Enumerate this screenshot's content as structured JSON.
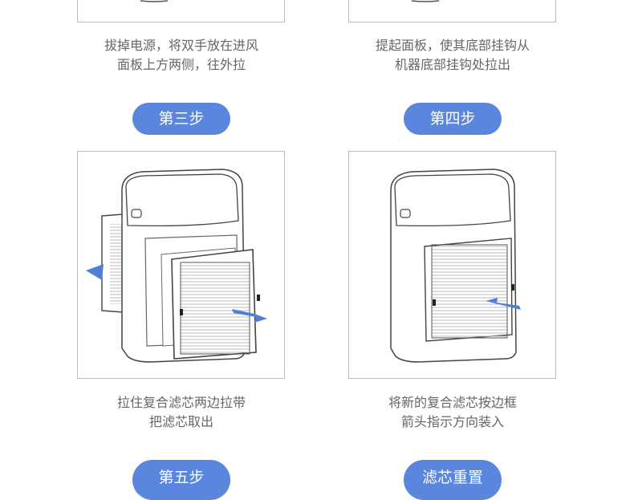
{
  "colors": {
    "accent": "#5a86dd",
    "arrow": "#4f7fd8",
    "frame": "#bdbdbd",
    "text": "#666666"
  },
  "step2": {
    "caption": [
      "拔掉电源，将双手放在进风",
      "面板上方两侧，往外拉"
    ]
  },
  "step3": {
    "badge": "第三步",
    "caption": [
      "提起面板，使其底部挂钩从",
      "机器底部挂钩处拉出"
    ]
  },
  "step4": {
    "badge": "第四步"
  },
  "step5": {
    "caption": [
      "拉住复合滤芯两边拉带",
      "把滤芯取出"
    ],
    "badge": "第五步",
    "arrow_icon": "arrow-icon"
  },
  "step6": {
    "caption": [
      "将新的复合滤芯按边框",
      "箭头指示方向装入"
    ],
    "badge": "滤芯重置"
  }
}
